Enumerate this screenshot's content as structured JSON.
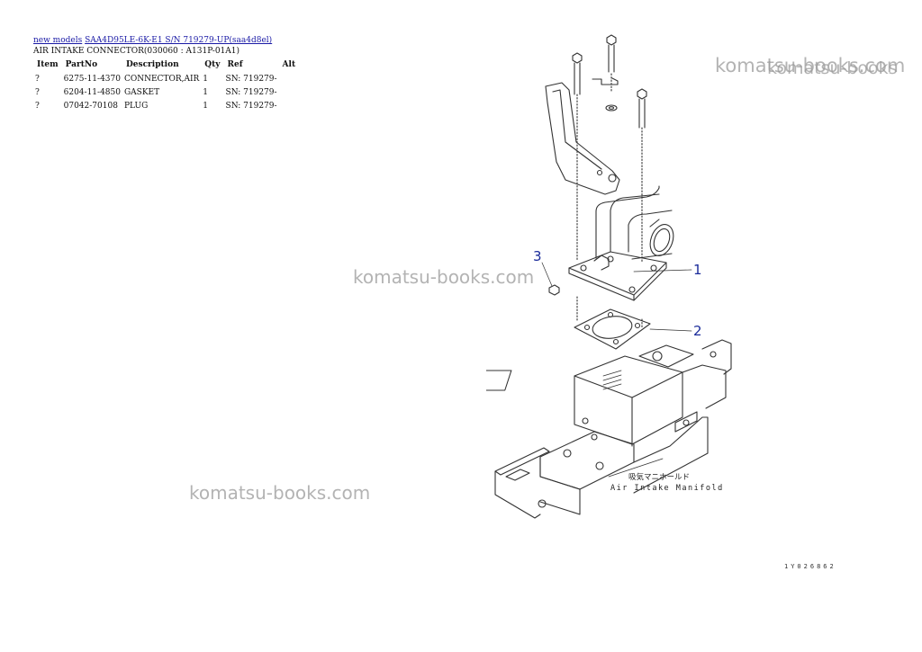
{
  "breadcrumb": {
    "link1": "new models",
    "link2": "SAA4D95LE-6K-E1 S/N 719279-UP(saa4d8el)"
  },
  "page_title": "AIR INTAKE CONNECTOR(030060 : A131P-01A1)",
  "table": {
    "headers": {
      "item": "Item",
      "partno": "PartNo",
      "description": "Description",
      "qty": "Qty",
      "ref": "Ref",
      "alt": "Alt"
    },
    "rows": [
      {
        "item": "?",
        "partno": "6275-11-4370",
        "description": "CONNECTOR,AIR",
        "qty": "1",
        "ref": "SN: 719279-"
      },
      {
        "item": "?",
        "partno": "6204-11-4850",
        "description": "GASKET",
        "qty": "1",
        "ref": "SN: 719279-"
      },
      {
        "item": "?",
        "partno": "07042-70108",
        "description": "PLUG",
        "qty": "1",
        "ref": "SN: 719279-"
      }
    ]
  },
  "watermark": "komatsu-books.com",
  "watermark_variant": "komatsu-books",
  "diagram": {
    "callout_1": "1",
    "callout_2": "2",
    "callout_3": "3",
    "manifold_jp": "吸気マニホールド",
    "manifold_en": "Air Intake Manifold",
    "figure_code": "1Y026862"
  },
  "colors": {
    "link": "#1a1aa6",
    "callout": "#1a2b9a",
    "watermark": "#9a9a9a"
  }
}
